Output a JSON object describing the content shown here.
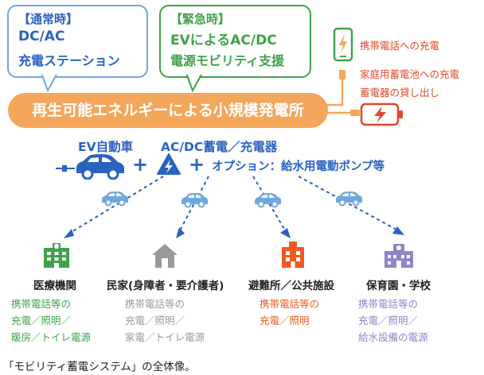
{
  "bubble_normal": {
    "tag": "【通常時】",
    "line1": "DC/AC",
    "line2": "充電ステーション"
  },
  "bubble_emergency": {
    "tag": "【緊急時】",
    "line1": "EVによるAC/DC",
    "line2": "電源モビリティ支援"
  },
  "phone_charge": "携帯電話への充電",
  "home_storage": {
    "line1": "家庭用蓄電池への充電",
    "line2": "蓄電器の貸し出し"
  },
  "banner": "再生可能エネルギーによる小規模発電所",
  "ev_label": "EV自動車",
  "charger_label": "AC/DC蓄電／充電器",
  "plus": "+",
  "option": "オプション：給水用電動ポンプ等",
  "facilities": [
    {
      "name": "医療機関",
      "lines": [
        "携帯電話等の",
        "充電／照明／",
        "暖房／トイレ電源"
      ],
      "color": "#3ea34a",
      "icon": "hospital-icon"
    },
    {
      "name": "民家(身障者・要介護者)",
      "lines": [
        "携帯電話等の",
        "充電／照明／",
        "家電／トイレ電源"
      ],
      "color": "#9a9a9a",
      "icon": "house-icon"
    },
    {
      "name": "避難所／公共施設",
      "lines": [
        "携帯電話等の",
        "充電／照明"
      ],
      "color": "#ef5a22",
      "icon": "shelter-icon"
    },
    {
      "name": "保育園・学校",
      "lines": [
        "携帯電話等の",
        "充電／照明／",
        "給水設備の電源"
      ],
      "color": "#8d86c9",
      "icon": "school-icon"
    }
  ],
  "caption": "「モビリティ蓄電システム」の全体像。",
  "colors": {
    "blue": "#2a62c2",
    "green": "#3ea34a",
    "orange": "#f4a65a",
    "red": "#e0472b",
    "light_blue": "#6fa8dc",
    "dark_blue": "#2a62c2"
  }
}
